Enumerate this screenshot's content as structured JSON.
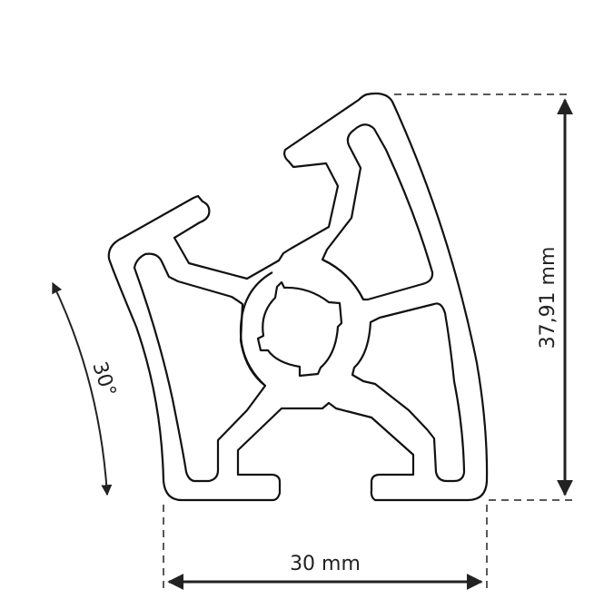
{
  "drawing": {
    "type": "aluminum-profile-cross-section",
    "colors": {
      "outline": "#111111",
      "dimension": "#222222",
      "background": "#ffffff"
    }
  },
  "dimensions": {
    "width": {
      "label": "30 mm"
    },
    "height": {
      "label": "37,91 mm"
    },
    "angle": {
      "label": "30°"
    }
  }
}
